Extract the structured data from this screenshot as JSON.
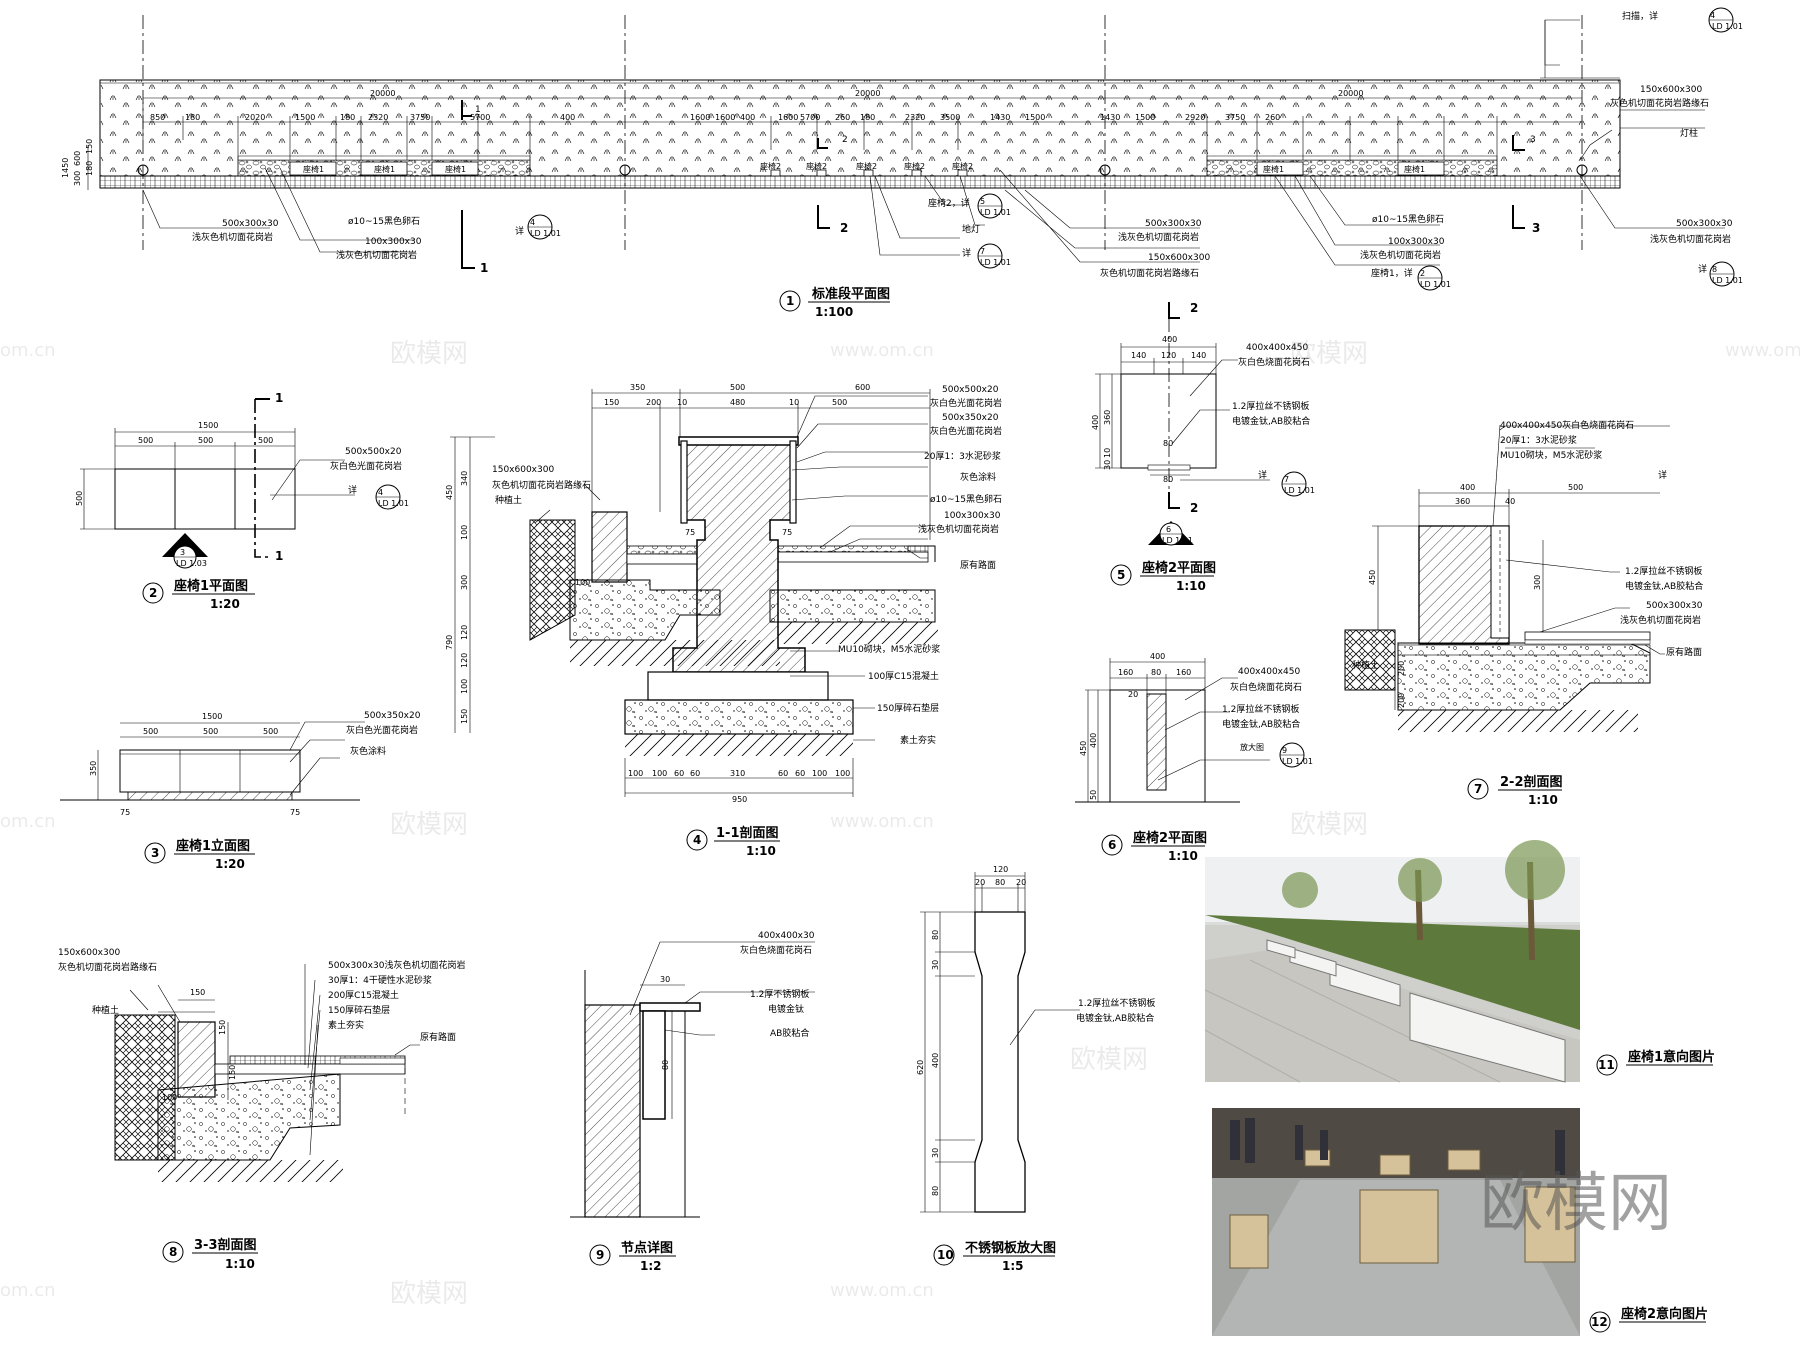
{
  "plan": {
    "dims_20000": [
      "20000",
      "20000",
      "20000"
    ],
    "dims_row": [
      "850",
      "180",
      "2020",
      "1500",
      "180",
      "2320",
      "3750",
      "5700",
      "400",
      "1600",
      "1600",
      "400",
      "1600",
      "5700",
      "260",
      "180",
      "2320",
      "3500",
      "1430",
      "1500",
      "1430",
      "1500",
      "2920",
      "3750",
      "260"
    ],
    "left_dims": [
      "1450",
      "300",
      "600",
      "180",
      "150"
    ],
    "seat1_labels": [
      "座椅1",
      "座椅1",
      "座椅1",
      "座椅1",
      "座椅1"
    ],
    "seat2_labels": [
      "座椅2",
      "座椅2",
      "座椅2",
      "座椅2",
      "座椅2"
    ],
    "notes": {
      "sweep": "扫描，详",
      "curb_top": "150x600x300",
      "curb_name": "灰色机切面花岗岩路缘石",
      "lamp": "灯柱",
      "l500": "500x300x30",
      "l500_name": "浅灰色机切面花岗岩",
      "pebble": "ø10~15黑色卵石",
      "l100": "100x300x30",
      "l100_name": "浅灰色机切面花岗岩",
      "seat2_ref": "座椅2，详",
      "ground_lamp": "地灯",
      "detail": "详",
      "seat1_ref": "座椅1，详"
    },
    "section_marks": [
      "1",
      "1",
      "2",
      "2",
      "3",
      "3"
    ],
    "title_num": "1",
    "title": "标准段平面图",
    "scale": "1:100"
  },
  "callouts": [
    {
      "top": "4",
      "bot": "LD 1.01"
    },
    {
      "top": "4",
      "bot": "LD 1.01"
    },
    {
      "top": "5",
      "bot": "LD 1.01"
    },
    {
      "top": "7",
      "bot": "LD 1.01"
    },
    {
      "top": "2",
      "bot": "LD 1.01"
    },
    {
      "top": "8",
      "bot": "LD 1.01"
    },
    {
      "top": "4",
      "bot": "LD 1.01"
    },
    {
      "top": "7",
      "bot": "LD 1.01"
    },
    {
      "top": "9",
      "bot": "LD 1.01"
    }
  ],
  "d2": {
    "dims": [
      "1500",
      "500",
      "500",
      "500",
      "500"
    ],
    "note1": "500x500x20",
    "note2": "灰白色光面花岗岩",
    "detail": "详",
    "mark": "1",
    "index_top": "3",
    "index_bot": "LD 1.03",
    "num": "2",
    "title": "座椅1平面图",
    "scale": "1:20"
  },
  "d3": {
    "dims": [
      "1500",
      "500",
      "500",
      "500",
      "350",
      "75",
      "75"
    ],
    "note1": "500x350x20",
    "note2": "灰白色光面花岗岩",
    "note3": "灰色涂料",
    "num": "3",
    "title": "座椅1立面图",
    "scale": "1:20"
  },
  "d4": {
    "top_dims": [
      "350",
      "500",
      "600",
      "150",
      "200",
      "10",
      "480",
      "10",
      "500"
    ],
    "left_dims": [
      "450",
      "340",
      "100",
      "790",
      "300",
      "120",
      "120",
      "100",
      "150"
    ],
    "bottom_dims": [
      "100",
      "100",
      "60",
      "60",
      "310",
      "60",
      "60",
      "100",
      "100",
      "950"
    ],
    "inner_dims": [
      "75",
      "75",
      "100"
    ],
    "notes": [
      "500x500x20",
      "灰白色光面花岗岩",
      "500x350x20",
      "灰白色光面花岗岩",
      "20厚1：3水泥砂浆",
      "灰色涂料",
      "ø10~15黑色卵石",
      "100x300x30",
      "浅灰色机切面花岗岩",
      "原有路面",
      "MU10砌块，M5水泥砂浆",
      "100厚C15混凝土",
      "150厚碎石垫层",
      "素土夯实"
    ],
    "left_notes": [
      "150x600x300",
      "灰色机切面花岗岩路缘石",
      "种植土"
    ],
    "num": "4",
    "title": "1-1剖面图",
    "scale": "1:10"
  },
  "d5": {
    "dims": [
      "400",
      "140",
      "120",
      "140",
      "400",
      "360",
      "30",
      "10",
      "80",
      "80"
    ],
    "notes": [
      "400x400x450",
      "灰白色烧面花岗石",
      "1.2厚拉丝不锈钢板",
      "电镀金钛,AB胶粘合",
      "详"
    ],
    "mark": "2",
    "index_top": "6",
    "index_bot": "LD 1.01",
    "num": "5",
    "title": "座椅2平面图",
    "scale": "1:10"
  },
  "d6": {
    "dims": [
      "400",
      "160",
      "80",
      "160",
      "450",
      "400",
      "50",
      "20"
    ],
    "notes": [
      "400x400x450",
      "灰白色烧面花岗石",
      "1.2厚拉丝不锈钢板",
      "电镀金钛,AB胶粘合",
      "放大图"
    ],
    "num": "6",
    "title": "座椅2平面图",
    "scale": "1:10"
  },
  "d7": {
    "dims": [
      "400",
      "360",
      "40",
      "500",
      "450",
      "300",
      "200",
      "200"
    ],
    "notes": [
      "400x400x450灰白色烧面花岗石",
      "20厚1：3水泥砂浆",
      "MU10砌块，M5水泥砂浆",
      "详",
      "1.2厚拉丝不锈钢板",
      "电镀金钛,AB胶粘合",
      "500x300x30",
      "浅灰色机切面花岗岩",
      "原有路面",
      "种植土"
    ],
    "num": "7",
    "title": "2-2剖面图",
    "scale": "1:10"
  },
  "d8": {
    "dims": [
      "150",
      "150",
      "150",
      "100"
    ],
    "left_notes": [
      "150x600x300",
      "灰色机切面花岗岩路缘石",
      "种植土"
    ],
    "notes": [
      "500x300x30浅灰色机切面花岗岩",
      "30厚1：4干硬性水泥砂浆",
      "200厚C15混凝土",
      "150厚碎石垫层",
      "素土夯实",
      "原有路面"
    ],
    "num": "8",
    "title": "3-3剖面图",
    "scale": "1:10"
  },
  "d9": {
    "dims": [
      "30",
      "80"
    ],
    "notes": [
      "400x400x30",
      "灰白色烧面花岗石",
      "1.2厚不锈钢板",
      "电镀金钛",
      "AB胶粘合"
    ],
    "num": "9",
    "title": "节点详图",
    "scale": "1:2"
  },
  "d10": {
    "dims": [
      "120",
      "20",
      "80",
      "20",
      "80",
      "30",
      "620",
      "400",
      "30",
      "80"
    ],
    "notes": [
      "1.2厚拉丝不锈钢板",
      "电镀金钛,AB胶粘合"
    ],
    "num": "10",
    "title": "不锈钢板放大图",
    "scale": "1:5"
  },
  "photos": [
    {
      "num": "11",
      "title": "座椅1意向图片"
    },
    {
      "num": "12",
      "title": "座椅2意向图片"
    }
  ],
  "watermarks": {
    "brand": "欧模网",
    "site": "www.om.cn",
    "site_short": "om.cn"
  },
  "colors": {
    "line": "#000000",
    "paper": "#ffffff"
  }
}
